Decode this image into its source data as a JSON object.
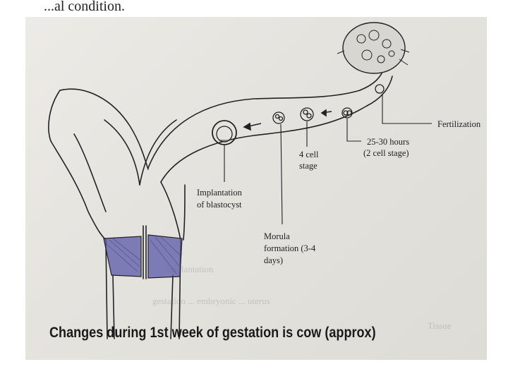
{
  "top_fragment": "...al condition.",
  "labels": {
    "fertilization": "Fertilization",
    "two_cell_hours": "25-30 hours",
    "two_cell_stage": "(2 cell stage)",
    "four_cell_1": "4 cell",
    "four_cell_2": "stage",
    "implantation_1": "Implantation",
    "implantation_2": "of blastocyst",
    "morula_1": "Morula",
    "morula_2": "formation (3-4",
    "morula_3": "days)"
  },
  "caption": "Changes during 1st week of gestation is cow (approx)",
  "colors": {
    "ink": "#1e1e1e",
    "cervix_fill": "#5a58a8",
    "paper": "#e6e5e0"
  }
}
